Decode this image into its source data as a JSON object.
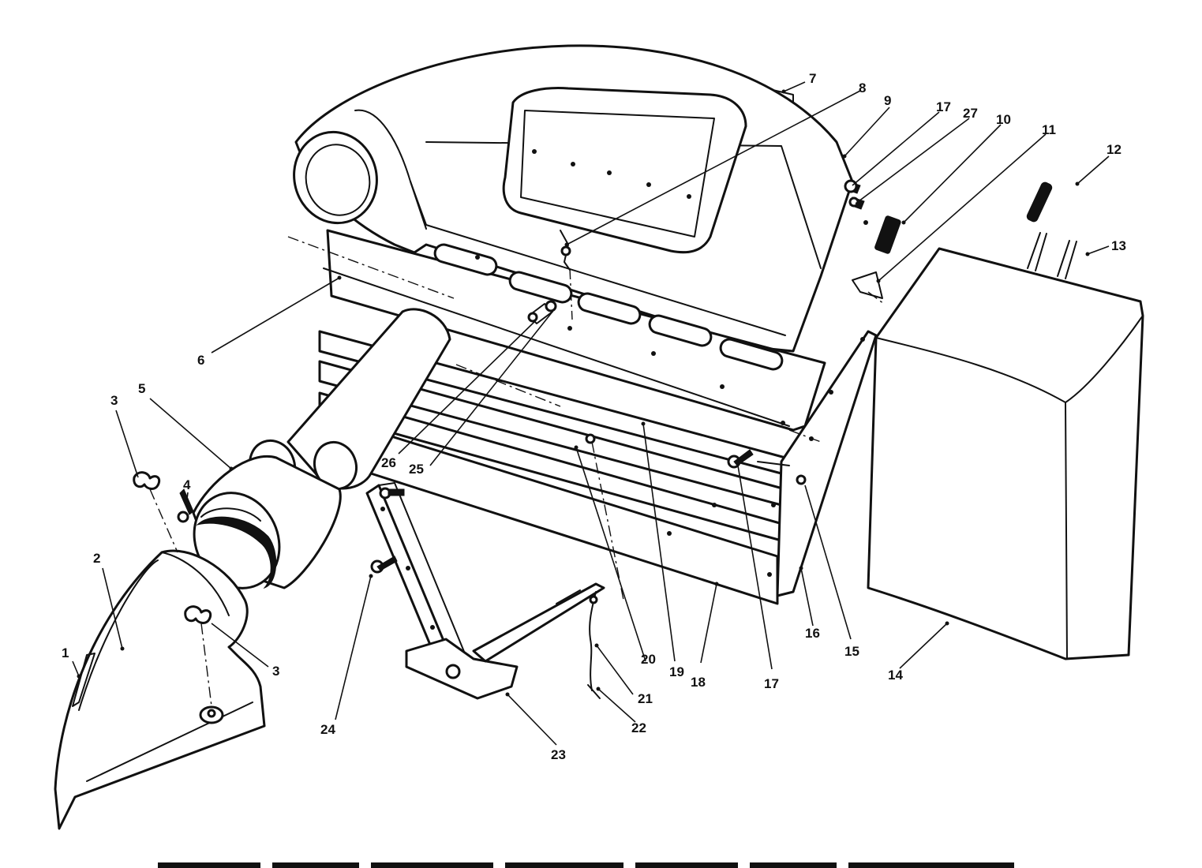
{
  "diagram": {
    "callouts": [
      {
        "id": "c1",
        "text": "1"
      },
      {
        "id": "c2",
        "text": "2"
      },
      {
        "id": "c3a",
        "text": "3"
      },
      {
        "id": "c3b",
        "text": "3"
      },
      {
        "id": "c4",
        "text": "4"
      },
      {
        "id": "c5",
        "text": "5"
      },
      {
        "id": "c6",
        "text": "6"
      },
      {
        "id": "c7",
        "text": "7"
      },
      {
        "id": "c8",
        "text": "8"
      },
      {
        "id": "c9",
        "text": "9"
      },
      {
        "id": "c17a",
        "text": "17"
      },
      {
        "id": "c27",
        "text": "27"
      },
      {
        "id": "c10",
        "text": "10"
      },
      {
        "id": "c11",
        "text": "11"
      },
      {
        "id": "c12",
        "text": "12"
      },
      {
        "id": "c13",
        "text": "13"
      },
      {
        "id": "c14",
        "text": "14"
      },
      {
        "id": "c15",
        "text": "15"
      },
      {
        "id": "c16",
        "text": "16"
      },
      {
        "id": "c17b",
        "text": "17"
      },
      {
        "id": "c18",
        "text": "18"
      },
      {
        "id": "c19",
        "text": "19"
      },
      {
        "id": "c20",
        "text": "20"
      },
      {
        "id": "c21",
        "text": "21"
      },
      {
        "id": "c22",
        "text": "22"
      },
      {
        "id": "c23",
        "text": "23"
      },
      {
        "id": "c24",
        "text": "24"
      },
      {
        "id": "c25",
        "text": "25"
      },
      {
        "id": "c26",
        "text": "26"
      }
    ]
  }
}
